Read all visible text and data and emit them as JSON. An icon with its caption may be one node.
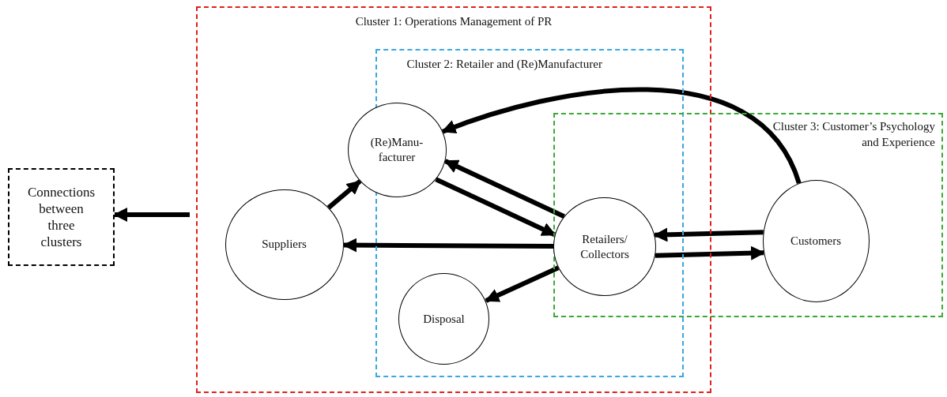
{
  "diagram": {
    "nodes": [
      {
        "text": [
          "Cluster 1: Operations Management of PR"
        ]
      },
      {
        "text": [
          "Cluster 2: Retailer and (Re)Manufacturer"
        ],
        "in": 0
      },
      {
        "text": [
          "Cluster 3: Customer’s Psychology and Experience"
        ]
      },
      {
        "text": [
          "Connections between three clusters"
        ]
      },
      {
        "text": [
          "Suppliers"
        ],
        "in": 0
      },
      {
        "text": [
          "(Re)Manu- facturer"
        ],
        "in": 0
      },
      {
        "text": [
          "Retailers/ Collectors"
        ]
      },
      {
        "text": [
          "Customers"
        ],
        "in": 2
      },
      {
        "text": [
          "Disposal"
        ],
        "in": 1
      }
    ],
    "edges": [
      {
        "from": 0,
        "to": 3,
        "arrow": "to"
      },
      {
        "from": 4,
        "to": 5,
        "arrow": "to"
      },
      {
        "from": 5,
        "to": 6,
        "arrow": "to"
      },
      {
        "from": 6,
        "to": 5,
        "arrow": "to"
      },
      {
        "from": 6,
        "to": 4,
        "arrow": "to"
      },
      {
        "from": 6,
        "to": 8,
        "arrow": "to"
      },
      {
        "from": 6,
        "to": 7,
        "arrow": "to"
      },
      {
        "from": 7,
        "to": 6,
        "arrow": "to"
      },
      {
        "from": 7,
        "to": 5,
        "arrow": "to"
      }
    ]
  }
}
